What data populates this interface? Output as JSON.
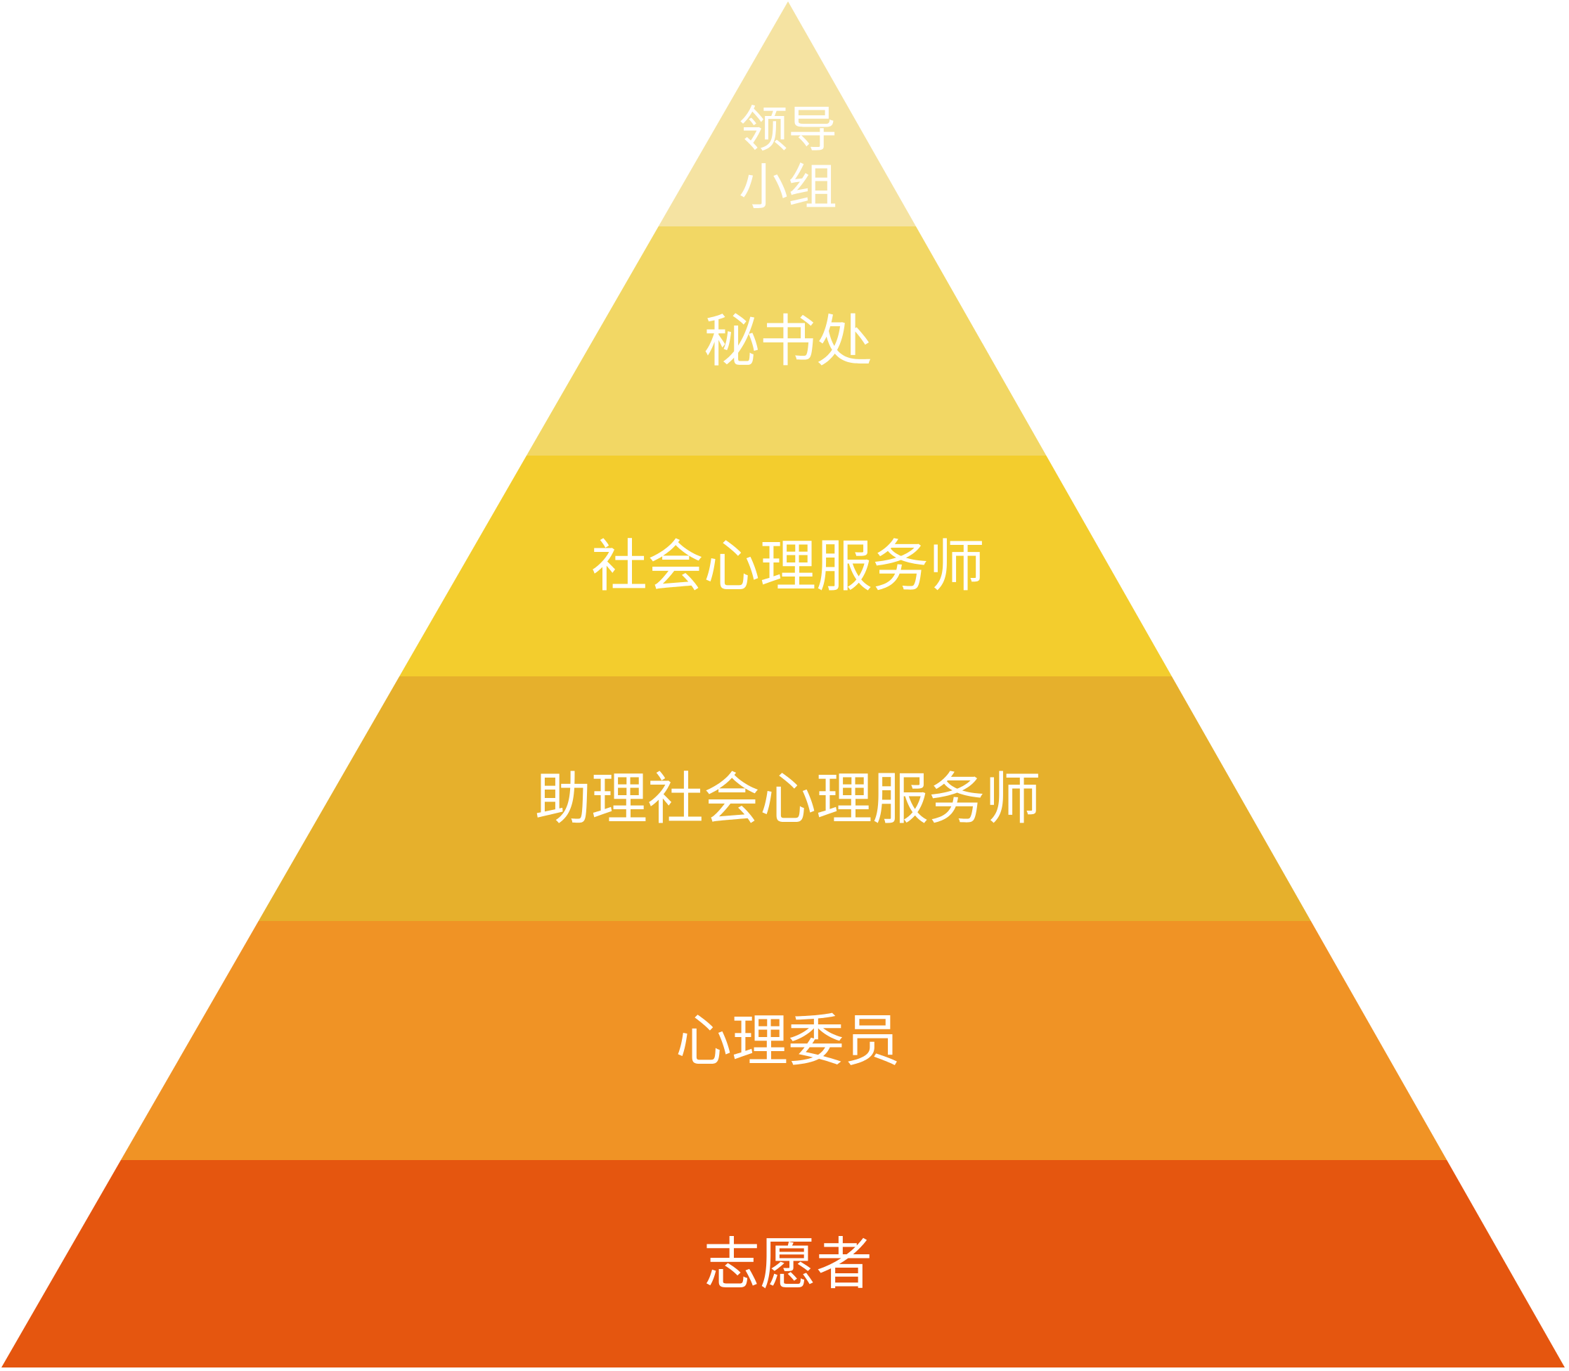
{
  "pyramid": {
    "tiers": [
      {
        "id": "leadership-group",
        "lines": [
          "领导",
          "小组"
        ],
        "color": "#F5E3A2"
      },
      {
        "id": "secretariat",
        "lines": [
          "秘书处"
        ],
        "color": "#F2D764"
      },
      {
        "id": "social-psych-counselor",
        "lines": [
          "社会心理服务师"
        ],
        "color": "#F3CD2D"
      },
      {
        "id": "assistant-social-psych-counselor",
        "lines": [
          "助理社会心理服务师"
        ],
        "color": "#E6B02C"
      },
      {
        "id": "psych-committee-member",
        "lines": [
          "心理委员"
        ],
        "color": "#F09325"
      },
      {
        "id": "volunteer",
        "lines": [
          "志愿者"
        ],
        "color": "#E5560F"
      }
    ]
  }
}
